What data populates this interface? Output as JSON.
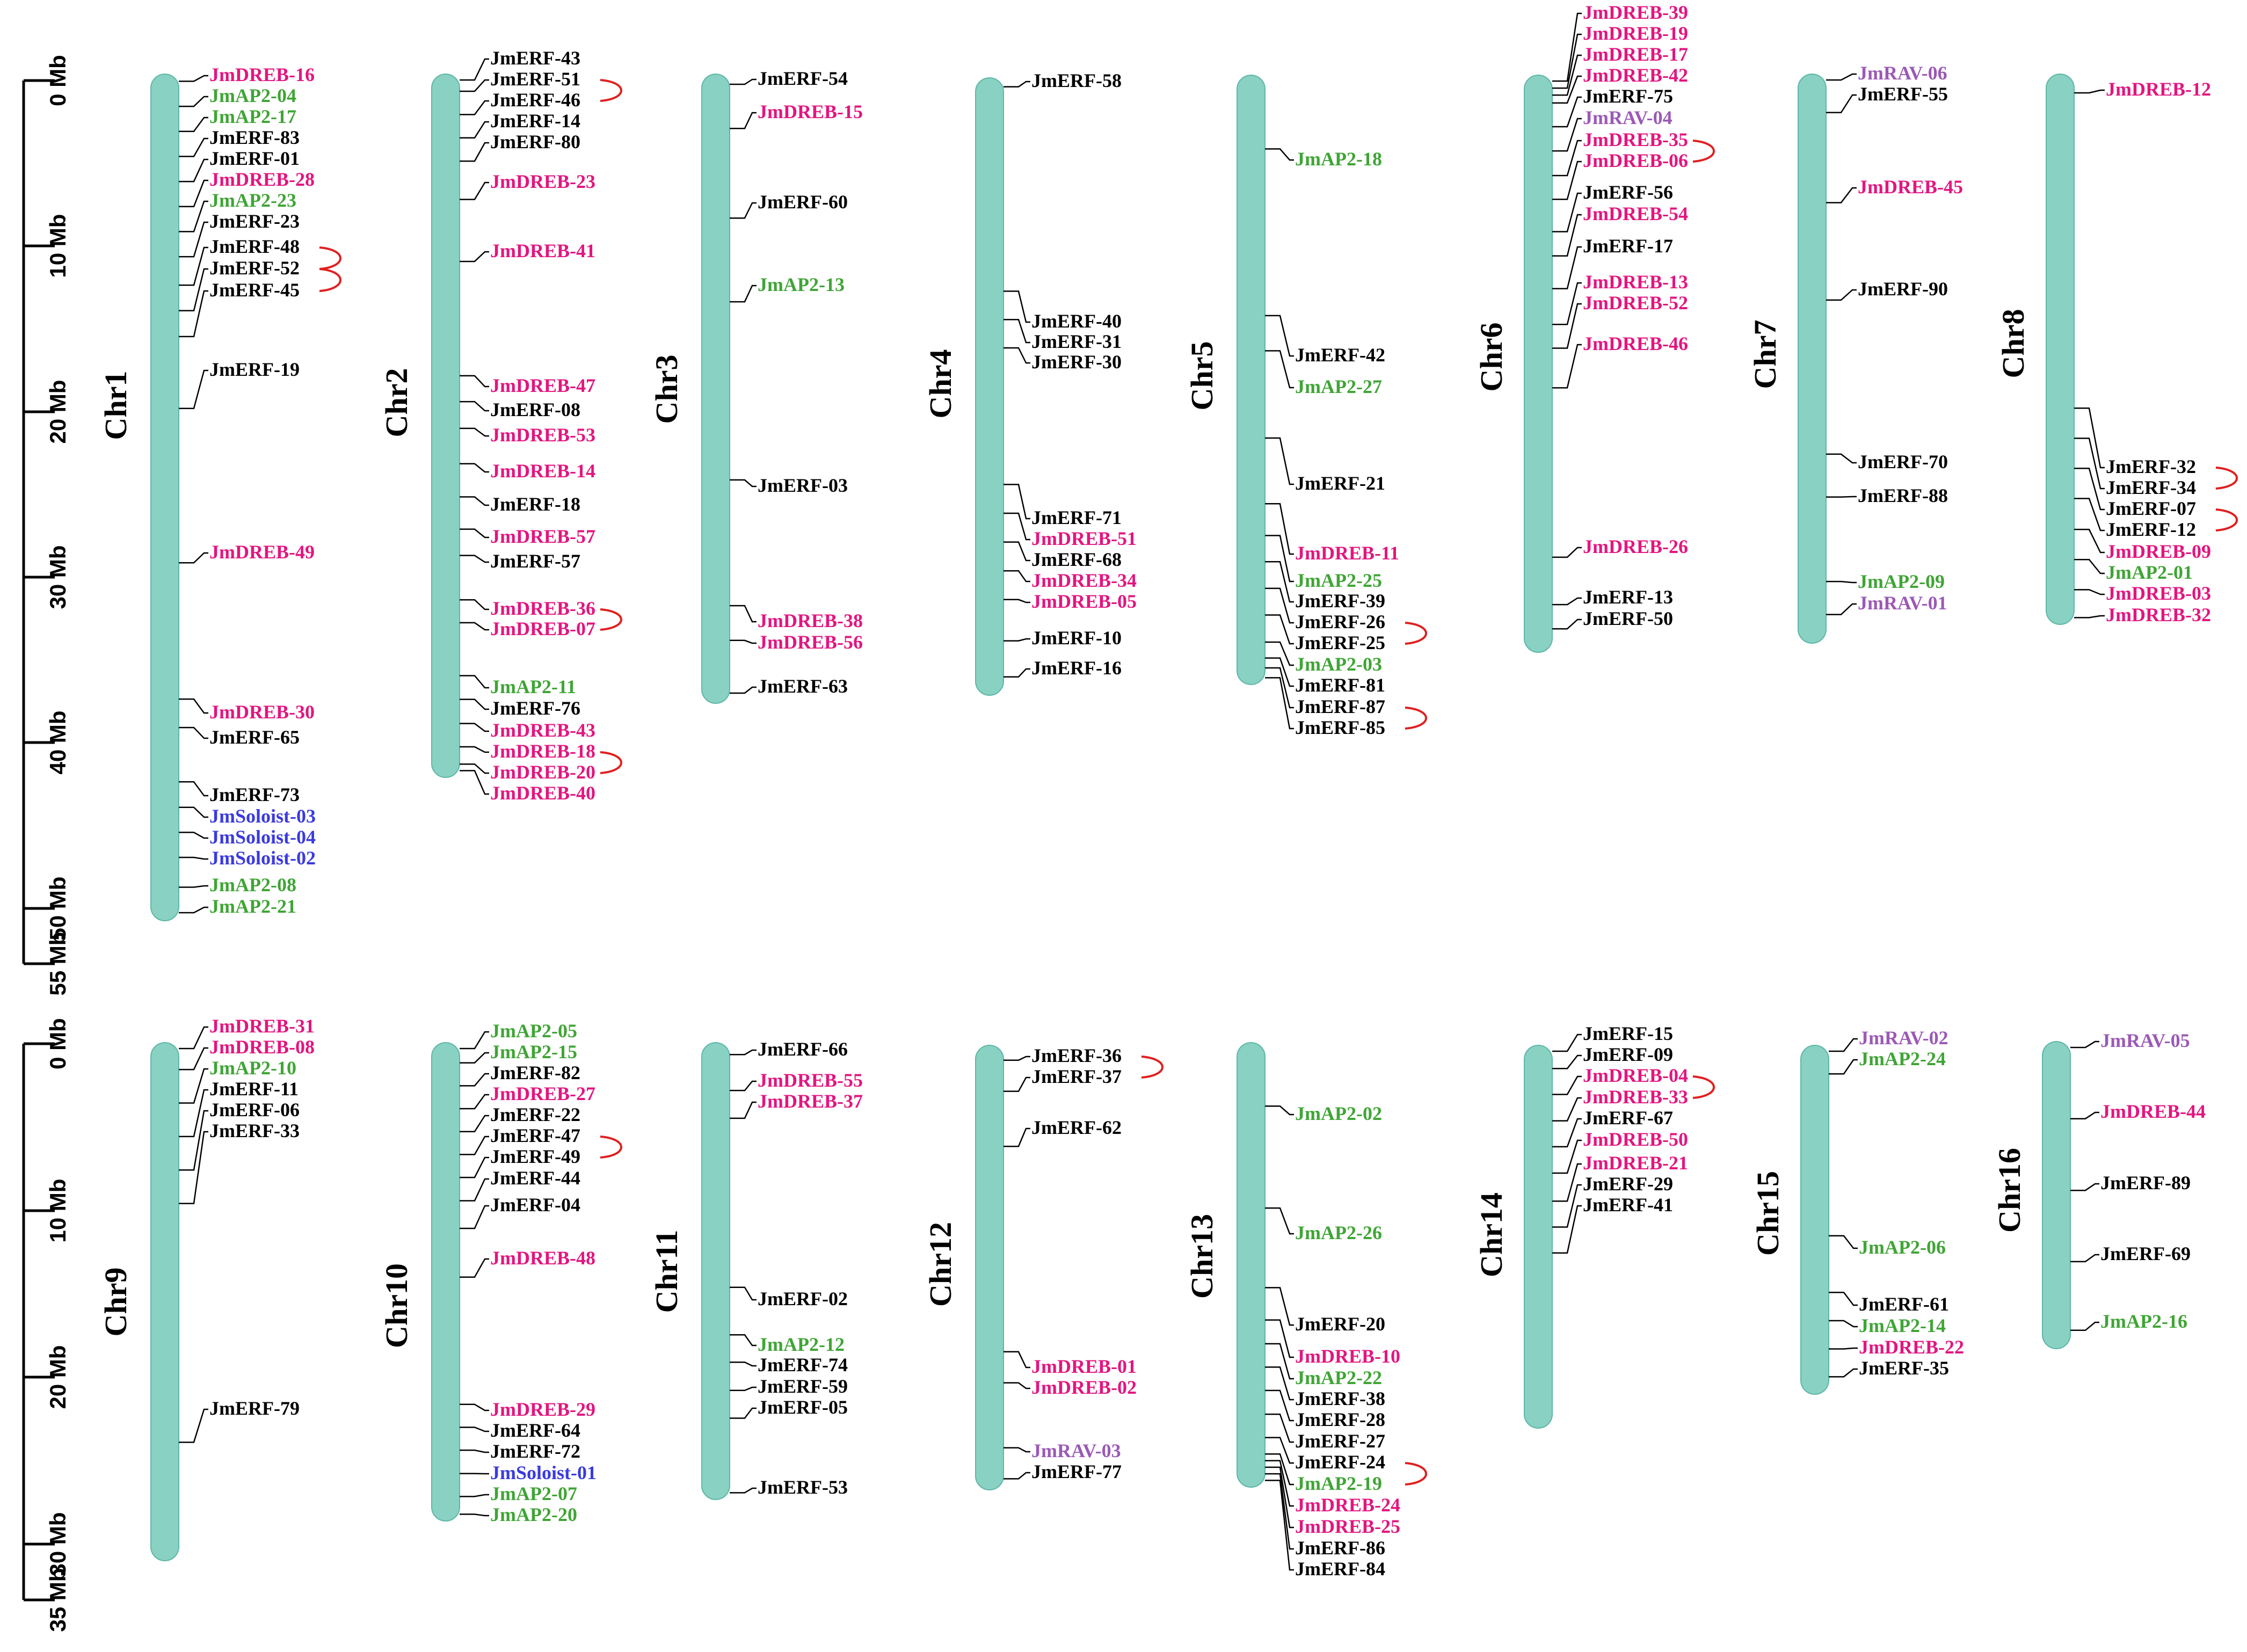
{
  "colors": {
    "chromosome": "#88d1c3",
    "ERF": "#000000",
    "DREB": "#e3157f",
    "AP2": "#3fa535",
    "RAV": "#9b59b6",
    "Soloist": "#3a3ae0",
    "duplication": "#e02020"
  },
  "scales": [
    {
      "labels": [
        "0 Mb",
        "10 Mb",
        "20 Mb",
        "30 Mb",
        "40 Mb",
        "50 Mb",
        "55 Mb"
      ]
    },
    {
      "labels": [
        "0 Mb",
        "10 Mb",
        "20 Mb",
        "30 Mb",
        "35 Mb"
      ]
    }
  ],
  "chromosomes": [
    {
      "name": "Chr1",
      "genes": [
        {
          "id": "JmDREB-16",
          "fam": "DREB"
        },
        {
          "id": "JmAP2-04",
          "fam": "AP2"
        },
        {
          "id": "JmAP2-17",
          "fam": "AP2"
        },
        {
          "id": "JmERF-83",
          "fam": "ERF"
        },
        {
          "id": "JmERF-01",
          "fam": "ERF"
        },
        {
          "id": "JmDREB-28",
          "fam": "DREB"
        },
        {
          "id": "JmAP2-23",
          "fam": "AP2"
        },
        {
          "id": "JmERF-23",
          "fam": "ERF"
        },
        {
          "id": "JmERF-48",
          "fam": "ERF"
        },
        {
          "id": "JmERF-52",
          "fam": "ERF"
        },
        {
          "id": "JmERF-45",
          "fam": "ERF"
        },
        {
          "id": "JmERF-19",
          "fam": "ERF"
        },
        {
          "id": "JmDREB-49",
          "fam": "DREB"
        },
        {
          "id": "JmDREB-30",
          "fam": "DREB"
        },
        {
          "id": "JmERF-65",
          "fam": "ERF"
        },
        {
          "id": "JmERF-73",
          "fam": "ERF"
        },
        {
          "id": "JmSoloist-03",
          "fam": "Soloist"
        },
        {
          "id": "JmSoloist-04",
          "fam": "Soloist"
        },
        {
          "id": "JmSoloist-02",
          "fam": "Soloist"
        },
        {
          "id": "JmAP2-08",
          "fam": "AP2"
        },
        {
          "id": "JmAP2-21",
          "fam": "AP2"
        }
      ]
    },
    {
      "name": "Chr2",
      "genes": [
        {
          "id": "JmERF-43",
          "fam": "ERF"
        },
        {
          "id": "JmERF-51",
          "fam": "ERF"
        },
        {
          "id": "JmERF-46",
          "fam": "ERF"
        },
        {
          "id": "JmERF-14",
          "fam": "ERF"
        },
        {
          "id": "JmERF-80",
          "fam": "ERF"
        },
        {
          "id": "JmDREB-23",
          "fam": "DREB"
        },
        {
          "id": "JmDREB-41",
          "fam": "DREB"
        },
        {
          "id": "JmDREB-47",
          "fam": "DREB"
        },
        {
          "id": "JmERF-08",
          "fam": "ERF"
        },
        {
          "id": "JmDREB-53",
          "fam": "DREB"
        },
        {
          "id": "JmDREB-14",
          "fam": "DREB"
        },
        {
          "id": "JmERF-18",
          "fam": "ERF"
        },
        {
          "id": "JmDREB-57",
          "fam": "DREB"
        },
        {
          "id": "JmERF-57",
          "fam": "ERF"
        },
        {
          "id": "JmDREB-36",
          "fam": "DREB"
        },
        {
          "id": "JmDREB-07",
          "fam": "DREB"
        },
        {
          "id": "JmAP2-11",
          "fam": "AP2"
        },
        {
          "id": "JmERF-76",
          "fam": "ERF"
        },
        {
          "id": "JmDREB-43",
          "fam": "DREB"
        },
        {
          "id": "JmDREB-18",
          "fam": "DREB"
        },
        {
          "id": "JmDREB-20",
          "fam": "DREB"
        },
        {
          "id": "JmDREB-40",
          "fam": "DREB"
        }
      ]
    },
    {
      "name": "Chr3",
      "genes": [
        {
          "id": "JmERF-54",
          "fam": "ERF"
        },
        {
          "id": "JmDREB-15",
          "fam": "DREB"
        },
        {
          "id": "JmERF-60",
          "fam": "ERF"
        },
        {
          "id": "JmAP2-13",
          "fam": "AP2"
        },
        {
          "id": "JmERF-03",
          "fam": "ERF"
        },
        {
          "id": "JmDREB-38",
          "fam": "DREB"
        },
        {
          "id": "JmDREB-56",
          "fam": "DREB"
        },
        {
          "id": "JmERF-63",
          "fam": "ERF"
        }
      ]
    },
    {
      "name": "Chr4",
      "genes": [
        {
          "id": "JmERF-58",
          "fam": "ERF"
        },
        {
          "id": "JmERF-40",
          "fam": "ERF"
        },
        {
          "id": "JmERF-31",
          "fam": "ERF"
        },
        {
          "id": "JmERF-30",
          "fam": "ERF"
        },
        {
          "id": "JmERF-71",
          "fam": "ERF"
        },
        {
          "id": "JmDREB-51",
          "fam": "DREB"
        },
        {
          "id": "JmERF-68",
          "fam": "ERF"
        },
        {
          "id": "JmDREB-34",
          "fam": "DREB"
        },
        {
          "id": "JmDREB-05",
          "fam": "DREB"
        },
        {
          "id": "JmERF-10",
          "fam": "ERF"
        },
        {
          "id": "JmERF-16",
          "fam": "ERF"
        }
      ]
    },
    {
      "name": "Chr5",
      "genes": [
        {
          "id": "JmAP2-18",
          "fam": "AP2"
        },
        {
          "id": "JmERF-42",
          "fam": "ERF"
        },
        {
          "id": "JmAP2-27",
          "fam": "AP2"
        },
        {
          "id": "JmERF-21",
          "fam": "ERF"
        },
        {
          "id": "JmDREB-11",
          "fam": "DREB"
        },
        {
          "id": "JmAP2-25",
          "fam": "AP2"
        },
        {
          "id": "JmERF-39",
          "fam": "ERF"
        },
        {
          "id": "JmERF-26",
          "fam": "ERF"
        },
        {
          "id": "JmERF-25",
          "fam": "ERF"
        },
        {
          "id": "JmAP2-03",
          "fam": "AP2"
        },
        {
          "id": "JmERF-81",
          "fam": "ERF"
        },
        {
          "id": "JmERF-87",
          "fam": "ERF"
        },
        {
          "id": "JmERF-85",
          "fam": "ERF"
        }
      ]
    },
    {
      "name": "Chr6",
      "genes": [
        {
          "id": "JmDREB-39",
          "fam": "DREB"
        },
        {
          "id": "JmDREB-19",
          "fam": "DREB"
        },
        {
          "id": "JmDREB-17",
          "fam": "DREB"
        },
        {
          "id": "JmDREB-42",
          "fam": "DREB"
        },
        {
          "id": "JmERF-75",
          "fam": "ERF"
        },
        {
          "id": "JmRAV-04",
          "fam": "RAV"
        },
        {
          "id": "JmDREB-35",
          "fam": "DREB"
        },
        {
          "id": "JmDREB-06",
          "fam": "DREB"
        },
        {
          "id": "JmERF-56",
          "fam": "ERF"
        },
        {
          "id": "JmDREB-54",
          "fam": "DREB"
        },
        {
          "id": "JmERF-17",
          "fam": "ERF"
        },
        {
          "id": "JmDREB-13",
          "fam": "DREB"
        },
        {
          "id": "JmDREB-52",
          "fam": "DREB"
        },
        {
          "id": "JmDREB-46",
          "fam": "DREB"
        },
        {
          "id": "JmDREB-26",
          "fam": "DREB"
        },
        {
          "id": "JmERF-13",
          "fam": "ERF"
        },
        {
          "id": "JmERF-50",
          "fam": "ERF"
        }
      ]
    },
    {
      "name": "Chr7",
      "genes": [
        {
          "id": "JmRAV-06",
          "fam": "RAV"
        },
        {
          "id": "JmERF-55",
          "fam": "ERF"
        },
        {
          "id": "JmDREB-45",
          "fam": "DREB"
        },
        {
          "id": "JmERF-90",
          "fam": "ERF"
        },
        {
          "id": "JmERF-70",
          "fam": "ERF"
        },
        {
          "id": "JmERF-88",
          "fam": "ERF"
        },
        {
          "id": "JmAP2-09",
          "fam": "AP2"
        },
        {
          "id": "JmRAV-01",
          "fam": "RAV"
        }
      ]
    },
    {
      "name": "Chr8",
      "genes": [
        {
          "id": "JmDREB-12",
          "fam": "DREB"
        },
        {
          "id": "JmERF-32",
          "fam": "ERF"
        },
        {
          "id": "JmERF-34",
          "fam": "ERF"
        },
        {
          "id": "JmERF-07",
          "fam": "ERF"
        },
        {
          "id": "JmERF-12",
          "fam": "ERF"
        },
        {
          "id": "JmDREB-09",
          "fam": "DREB"
        },
        {
          "id": "JmAP2-01",
          "fam": "AP2"
        },
        {
          "id": "JmDREB-03",
          "fam": "DREB"
        },
        {
          "id": "JmDREB-32",
          "fam": "DREB"
        }
      ]
    },
    {
      "name": "Chr9",
      "genes": [
        {
          "id": "JmDREB-31",
          "fam": "DREB"
        },
        {
          "id": "JmDREB-08",
          "fam": "DREB"
        },
        {
          "id": "JmAP2-10",
          "fam": "AP2"
        },
        {
          "id": "JmERF-11",
          "fam": "ERF"
        },
        {
          "id": "JmERF-06",
          "fam": "ERF"
        },
        {
          "id": "JmERF-33",
          "fam": "ERF"
        },
        {
          "id": "JmERF-79",
          "fam": "ERF"
        }
      ]
    },
    {
      "name": "Chr10",
      "genes": [
        {
          "id": "JmAP2-05",
          "fam": "AP2"
        },
        {
          "id": "JmAP2-15",
          "fam": "AP2"
        },
        {
          "id": "JmERF-82",
          "fam": "ERF"
        },
        {
          "id": "JmDREB-27",
          "fam": "DREB"
        },
        {
          "id": "JmERF-22",
          "fam": "ERF"
        },
        {
          "id": "JmERF-47",
          "fam": "ERF"
        },
        {
          "id": "JmERF-49",
          "fam": "ERF"
        },
        {
          "id": "JmERF-44",
          "fam": "ERF"
        },
        {
          "id": "JmERF-04",
          "fam": "ERF"
        },
        {
          "id": "JmDREB-48",
          "fam": "DREB"
        },
        {
          "id": "JmDREB-29",
          "fam": "DREB"
        },
        {
          "id": "JmERF-64",
          "fam": "ERF"
        },
        {
          "id": "JmERF-72",
          "fam": "ERF"
        },
        {
          "id": "JmSoloist-01",
          "fam": "Soloist"
        },
        {
          "id": "JmAP2-07",
          "fam": "AP2"
        },
        {
          "id": "JmAP2-20",
          "fam": "AP2"
        }
      ]
    },
    {
      "name": "Chr11",
      "genes": [
        {
          "id": "JmERF-66",
          "fam": "ERF"
        },
        {
          "id": "JmDREB-55",
          "fam": "DREB"
        },
        {
          "id": "JmDREB-37",
          "fam": "DREB"
        },
        {
          "id": "JmERF-02",
          "fam": "ERF"
        },
        {
          "id": "JmAP2-12",
          "fam": "AP2"
        },
        {
          "id": "JmERF-74",
          "fam": "ERF"
        },
        {
          "id": "JmERF-59",
          "fam": "ERF"
        },
        {
          "id": "JmERF-05",
          "fam": "ERF"
        },
        {
          "id": "JmERF-53",
          "fam": "ERF"
        }
      ]
    },
    {
      "name": "Chr12",
      "genes": [
        {
          "id": "JmERF-36",
          "fam": "ERF"
        },
        {
          "id": "JmERF-37",
          "fam": "ERF"
        },
        {
          "id": "JmERF-62",
          "fam": "ERF"
        },
        {
          "id": "JmDREB-01",
          "fam": "DREB"
        },
        {
          "id": "JmDREB-02",
          "fam": "DREB"
        },
        {
          "id": "JmRAV-03",
          "fam": "RAV"
        },
        {
          "id": "JmERF-77",
          "fam": "ERF"
        }
      ]
    },
    {
      "name": "Chr13",
      "genes": [
        {
          "id": "JmAP2-02",
          "fam": "AP2"
        },
        {
          "id": "JmAP2-26",
          "fam": "AP2"
        },
        {
          "id": "JmERF-20",
          "fam": "ERF"
        },
        {
          "id": "JmDREB-10",
          "fam": "DREB"
        },
        {
          "id": "JmAP2-22",
          "fam": "AP2"
        },
        {
          "id": "JmERF-38",
          "fam": "ERF"
        },
        {
          "id": "JmERF-28",
          "fam": "ERF"
        },
        {
          "id": "JmERF-27",
          "fam": "ERF"
        },
        {
          "id": "JmERF-24",
          "fam": "ERF"
        },
        {
          "id": "JmAP2-19",
          "fam": "AP2"
        },
        {
          "id": "JmDREB-24",
          "fam": "DREB"
        },
        {
          "id": "JmDREB-25",
          "fam": "DREB"
        },
        {
          "id": "JmERF-86",
          "fam": "ERF"
        },
        {
          "id": "JmERF-84",
          "fam": "ERF"
        }
      ]
    },
    {
      "name": "Chr14",
      "genes": [
        {
          "id": "JmERF-15",
          "fam": "ERF"
        },
        {
          "id": "JmERF-09",
          "fam": "ERF"
        },
        {
          "id": "JmDREB-04",
          "fam": "DREB"
        },
        {
          "id": "JmDREB-33",
          "fam": "DREB"
        },
        {
          "id": "JmERF-67",
          "fam": "ERF"
        },
        {
          "id": "JmDREB-50",
          "fam": "DREB"
        },
        {
          "id": "JmDREB-21",
          "fam": "DREB"
        },
        {
          "id": "JmERF-29",
          "fam": "ERF"
        },
        {
          "id": "JmERF-41",
          "fam": "ERF"
        }
      ]
    },
    {
      "name": "Chr15",
      "genes": [
        {
          "id": "JmRAV-02",
          "fam": "RAV"
        },
        {
          "id": "JmAP2-24",
          "fam": "AP2"
        },
        {
          "id": "JmAP2-06",
          "fam": "AP2"
        },
        {
          "id": "JmERF-61",
          "fam": "ERF"
        },
        {
          "id": "JmAP2-14",
          "fam": "AP2"
        },
        {
          "id": "JmDREB-22",
          "fam": "DREB"
        },
        {
          "id": "JmERF-35",
          "fam": "ERF"
        }
      ]
    },
    {
      "name": "Chr16",
      "genes": [
        {
          "id": "JmRAV-05",
          "fam": "RAV"
        },
        {
          "id": "JmDREB-44",
          "fam": "DREB"
        },
        {
          "id": "JmERF-89",
          "fam": "ERF"
        },
        {
          "id": "JmERF-69",
          "fam": "ERF"
        },
        {
          "id": "JmAP2-16",
          "fam": "AP2"
        }
      ]
    }
  ],
  "tandem_pairs": [
    [
      "JmERF-48",
      "JmERF-52"
    ],
    [
      "JmERF-52",
      "JmERF-45"
    ],
    [
      "JmERF-51",
      "JmERF-46"
    ],
    [
      "JmDREB-36",
      "JmDREB-07"
    ],
    [
      "JmDREB-18",
      "JmDREB-20"
    ],
    [
      "JmERF-26",
      "JmERF-25"
    ],
    [
      "JmERF-87",
      "JmERF-85"
    ],
    [
      "JmDREB-35",
      "JmDREB-06"
    ],
    [
      "JmERF-32",
      "JmERF-34"
    ],
    [
      "JmERF-07",
      "JmERF-12"
    ],
    [
      "JmERF-47",
      "JmERF-49"
    ],
    [
      "JmERF-36",
      "JmERF-37"
    ],
    [
      "JmERF-24",
      "JmAP2-19"
    ],
    [
      "JmDREB-04",
      "JmDREB-33"
    ]
  ]
}
